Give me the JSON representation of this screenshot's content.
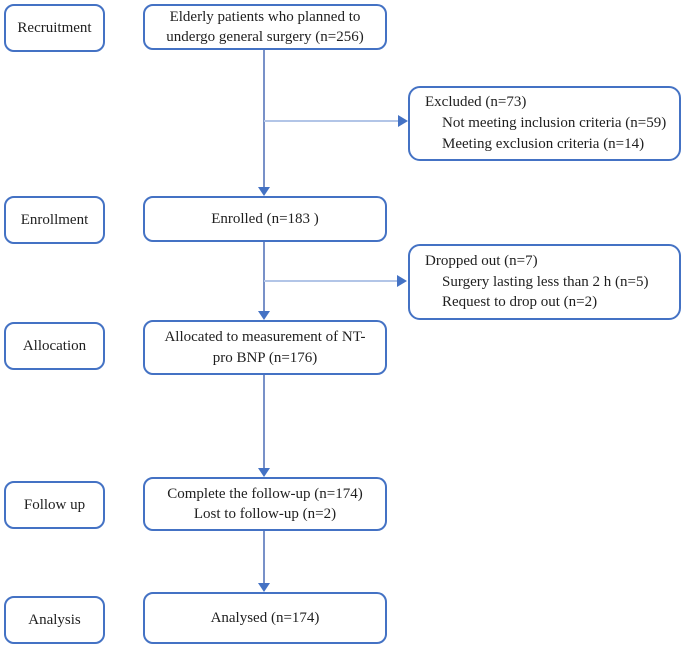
{
  "diagram": {
    "stages": [
      {
        "label": "Recruitment"
      },
      {
        "label": "Enrollment"
      },
      {
        "label": "Allocation"
      },
      {
        "label": "Follow up"
      },
      {
        "label": "Analysis"
      }
    ],
    "main_boxes": [
      {
        "text": "Elderly patients who planned to\nundergo general surgery (n=256)"
      },
      {
        "text": "Enrolled (n=183 )"
      },
      {
        "text": "Allocated to measurement of NT-\npro BNP (n=176)"
      },
      {
        "text": "Complete the follow-up (n=174)\nLost to follow-up (n=2)"
      },
      {
        "text": "Analysed (n=174)"
      }
    ],
    "side_boxes": [
      {
        "title": "Excluded (n=73)",
        "items": [
          "Not meeting inclusion criteria (n=59)",
          "Meeting exclusion criteria (n=14)"
        ]
      },
      {
        "title": "Dropped out (n=7)",
        "items": [
          "Surgery lasting less than 2 h (n=5)",
          "Request to drop out (n=2)"
        ]
      }
    ],
    "colors": {
      "box_border": "#4472C4",
      "connector_vertical": "#7891C8",
      "connector_branch": "#B2C5E7",
      "arrowhead": "#4472C4",
      "text": "#1f1f1f"
    }
  }
}
